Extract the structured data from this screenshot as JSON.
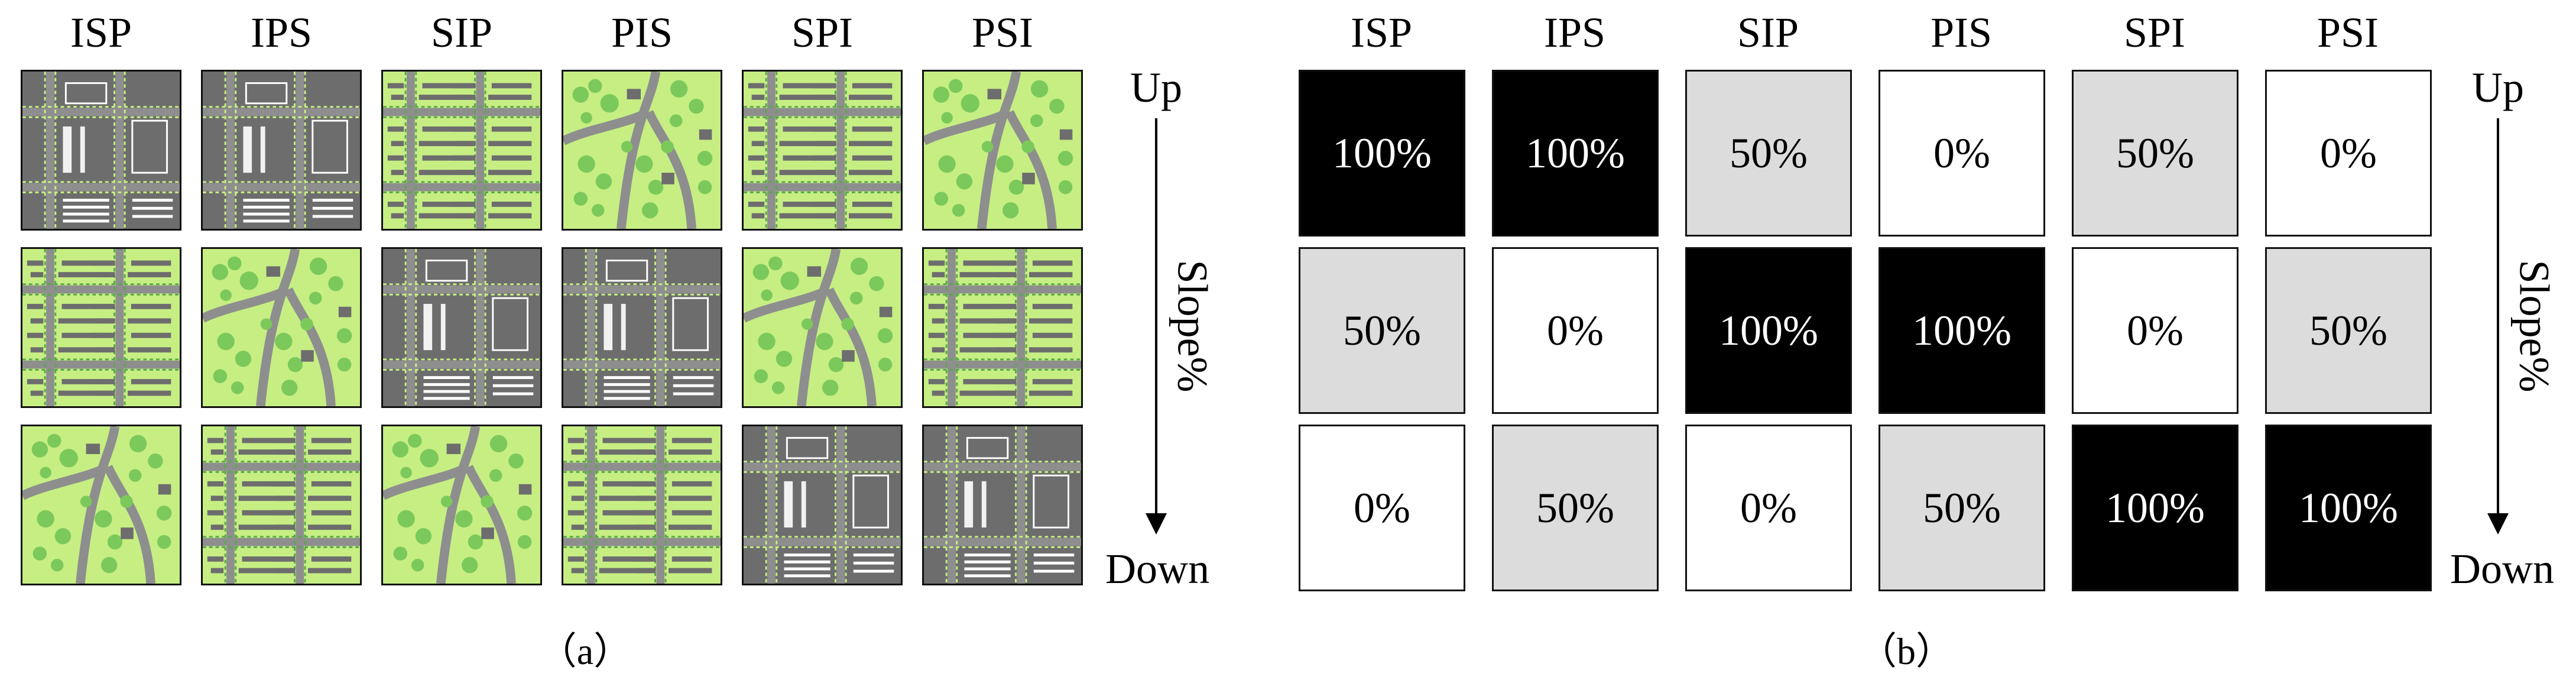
{
  "columns": [
    "ISP",
    "IPS",
    "SIP",
    "PIS",
    "SPI",
    "PSI"
  ],
  "panel_a": {
    "caption": "（a）",
    "up_label": "Up",
    "down_label": "Down",
    "axis_label": "Slope%",
    "tiles": [
      [
        "industrial-zone",
        "industrial-zone",
        "residential-zone",
        "park-zone",
        "residential-zone",
        "park-zone"
      ],
      [
        "residential-zone",
        "park-zone",
        "industrial-zone",
        "industrial-zone",
        "park-zone",
        "residential-zone"
      ],
      [
        "park-zone",
        "residential-zone",
        "park-zone",
        "residential-zone",
        "industrial-zone",
        "industrial-zone"
      ]
    ]
  },
  "panel_b": {
    "caption": "（b）",
    "up_label": "Up",
    "down_label": "Down",
    "axis_label": "Slope%",
    "cells": [
      [
        "100%",
        "100%",
        "50%",
        "0%",
        "50%",
        "0%"
      ],
      [
        "50%",
        "0%",
        "100%",
        "100%",
        "0%",
        "50%"
      ],
      [
        "0%",
        "50%",
        "0%",
        "50%",
        "100%",
        "100%"
      ]
    ]
  },
  "colors": {
    "fill_100": "#000000",
    "fill_50": "#dcdcdc",
    "fill_0": "#ffffff",
    "land_green": "#c6ee83",
    "road_gray": "#8e8e8e",
    "block_gray": "#6d6d6d",
    "tree_green": "#7cc95b"
  }
}
